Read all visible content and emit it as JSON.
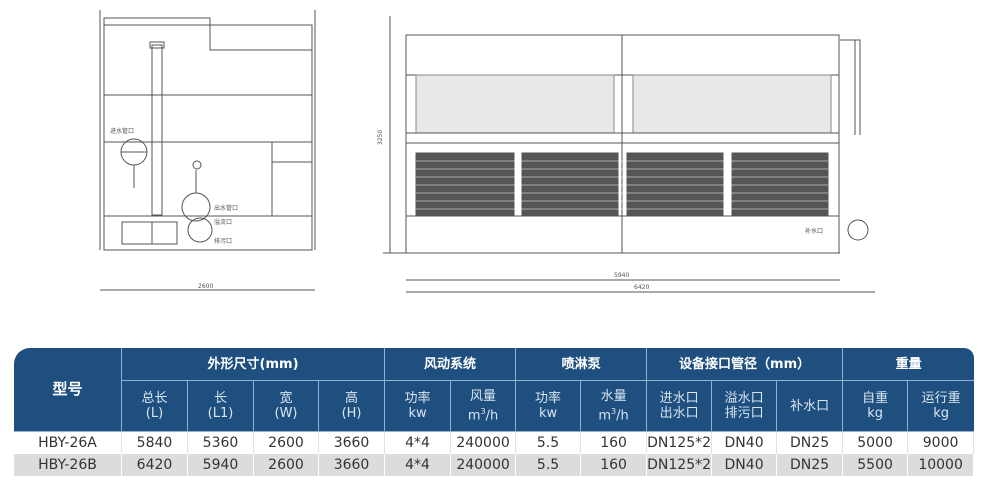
{
  "drawings": {
    "side_view": {
      "labels": [
        "进水管口",
        "出水管口",
        "溢流口",
        "排污口"
      ],
      "width_dim": "2600"
    },
    "front_view": {
      "height_dim": "3250",
      "length_dim": "5940",
      "total_length_dim": "6420",
      "label_makeup": "补水口"
    }
  },
  "table": {
    "header": {
      "model": "型号",
      "groups": {
        "dimensions": "外形尺寸(mm)",
        "fan": "风动系统",
        "pump": "喷淋泵",
        "pipes": "设备接口管径（mm）",
        "weight": "重量"
      },
      "sub": {
        "total_length": [
          "总长",
          "(L)"
        ],
        "length": [
          "长",
          "(L1)"
        ],
        "width": [
          "宽",
          "(W)"
        ],
        "height": [
          "高",
          "(H)"
        ],
        "fan_power": [
          "功率",
          "kw"
        ],
        "fan_air": [
          "风量",
          "m",
          "3",
          "/h"
        ],
        "pump_power": [
          "功率",
          "kw"
        ],
        "pump_water": [
          "水量",
          "m",
          "3",
          "/h"
        ],
        "inlet_outlet": [
          "进水口",
          "出水口"
        ],
        "overflow_drain": [
          "溢水口",
          "排污口"
        ],
        "makeup": [
          "补水口"
        ],
        "self_weight": [
          "自重",
          "kg"
        ],
        "operating_weight": [
          "运行重",
          "kg"
        ]
      }
    },
    "rows": [
      [
        "HBY-26A",
        "5840",
        "5360",
        "2600",
        "3660",
        "4*4",
        "240000",
        "5.5",
        "160",
        "DN125*2",
        "DN40",
        "DN25",
        "5000",
        "9000"
      ],
      [
        "HBY-26B",
        "6420",
        "5940",
        "2600",
        "3660",
        "4*4",
        "240000",
        "5.5",
        "160",
        "DN125*2",
        "DN40",
        "DN25",
        "5500",
        "10000"
      ]
    ],
    "colors": {
      "header_bg": "#1e4f7e",
      "alt_row": "#dcdcdc"
    }
  }
}
